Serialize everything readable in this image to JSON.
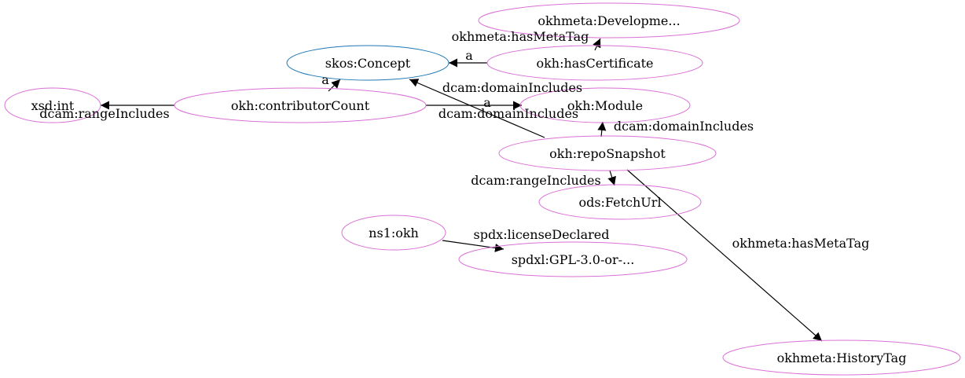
{
  "colors": {
    "node_border_default": "#da70d6",
    "node_border_concept": "#1f77b4",
    "edge": "#000000",
    "background": "#ffffff"
  },
  "nodes": {
    "okhmeta_development": "okhmeta:Developme...",
    "skos_concept": "skos:Concept",
    "okh_hascertificate": "okh:hasCertificate",
    "xsd_int": "xsd:int",
    "okh_contributorcount": "okh:contributorCount",
    "okh_module": "okh:Module",
    "okh_reposnapshot": "okh:repoSnapshot",
    "ods_fetchurl": "ods:FetchUrl",
    "ns1_okh": "ns1:okh",
    "spdxl_gpl": "spdxl:GPL-3.0-or-...",
    "okhmeta_historytag": "okhmeta:HistoryTag"
  },
  "edges": {
    "cert_to_dev": "okhmeta:hasMetaTag",
    "cert_to_concept": "a",
    "count_to_concept": "a",
    "count_to_xsd": "dcam:rangeIncludes",
    "count_to_module_a": "a",
    "count_to_module_domain": "dcam:domainIncludes",
    "repo_to_concept": "dcam:domainIncludes",
    "repo_to_module": "dcam:domainIncludes",
    "repo_to_fetchurl": "dcam:rangeIncludes",
    "repo_to_historytag": "okhmeta:hasMetaTag",
    "ns1_to_spdx": "spdx:licenseDeclared"
  }
}
